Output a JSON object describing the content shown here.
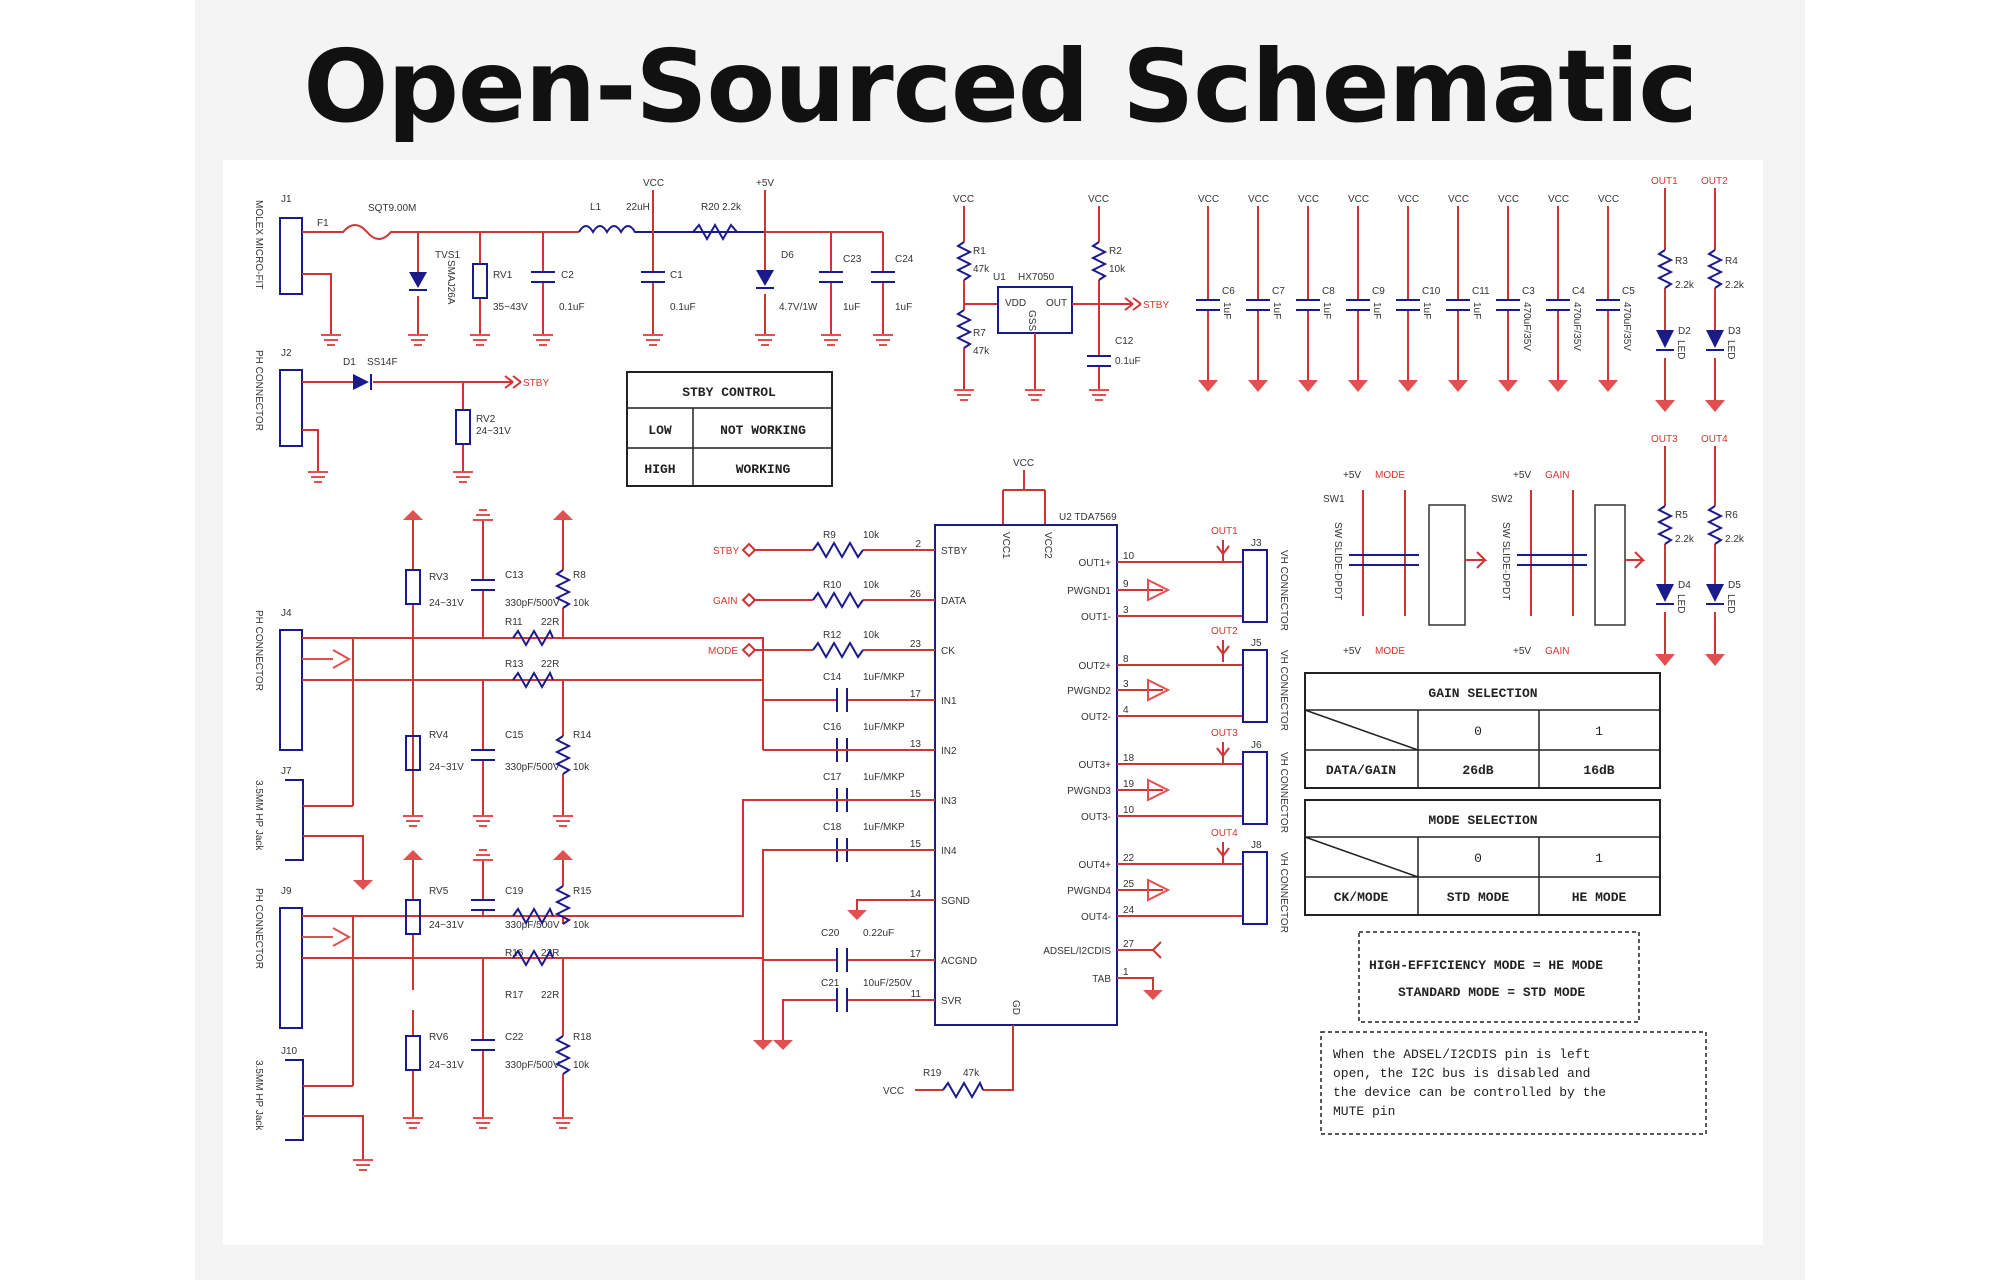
{
  "title": "Open-Sourced Schematic",
  "colors": {
    "wire": "#cf3434",
    "component": "#1a1a8a",
    "ink": "#222222",
    "background": "#ffffff",
    "slide": "#f4f4f4"
  },
  "power": {
    "J1": "J1",
    "J1_desc": "MOLEX MICRO-FIT",
    "F1": "F1",
    "F1_val": "SQT9.00M",
    "L1": "L1",
    "L1_val": "22uH",
    "R20": "R20 2.2k",
    "VCC": "VCC",
    "V5": "+5V",
    "TVS1": "TVS1",
    "TVS1_val": "SMAJ26A",
    "RV1": "RV1",
    "RV1_val": "35~43V",
    "C2": "C2",
    "C2_val": "0.1uF",
    "C1": "C1",
    "C1_val": "0.1uF",
    "D6": "D6",
    "D6_val": "4.7V/1W",
    "C23": "C23",
    "C23_val": "1uF",
    "C24": "C24",
    "C24_val": "1uF"
  },
  "stby_circuit": {
    "J2": "J2",
    "J2_desc": "PH CONNECTOR",
    "D1": "D1",
    "D1_val": "SS14F",
    "RV2": "RV2",
    "RV2_val": "24~31V",
    "STBY": "STBY"
  },
  "regulator": {
    "R1": "R1",
    "R1_val": "47k",
    "R7": "R7",
    "R7_val": "47k",
    "U1": "U1",
    "U1_val": "HX7050",
    "VDD": "VDD",
    "OUT": "OUT",
    "GSS": "GSS",
    "R2": "R2",
    "R2_val": "10k",
    "C12": "C12",
    "C12_val": "0.1uF",
    "STBY": "STBY"
  },
  "decoupling": {
    "caps": [
      {
        "name": "C6",
        "val": "1uF"
      },
      {
        "name": "C7",
        "val": "1uF"
      },
      {
        "name": "C8",
        "val": "1uF"
      },
      {
        "name": "C9",
        "val": "1uF"
      },
      {
        "name": "C10",
        "val": "1uF"
      },
      {
        "name": "C11",
        "val": "1uF"
      },
      {
        "name": "C3",
        "val": "470uF/35V"
      },
      {
        "name": "C4",
        "val": "470uF/35V"
      },
      {
        "name": "C5",
        "val": "470uF/35V"
      }
    ]
  },
  "led_top": {
    "out1": "OUT1",
    "out2": "OUT2",
    "R3": "R3",
    "R3_val": "2.2k",
    "R4": "R4",
    "R4_val": "2.2k",
    "D2": "D2",
    "D3": "D3",
    "led": "LED"
  },
  "led_mid": {
    "out3": "OUT3",
    "out4": "OUT4",
    "R5": "R5",
    "R5_val": "2.2k",
    "R6": "R6",
    "R6_val": "2.2k",
    "D4": "D4",
    "D5": "D5",
    "led": "LED"
  },
  "stby_table": {
    "header": "STBY CONTROL",
    "rows": [
      [
        "LOW",
        "NOT WORKING"
      ],
      [
        "HIGH",
        "WORKING"
      ]
    ]
  },
  "gain_table": {
    "header": "GAIN SELECTION",
    "cols": [
      "0",
      "1"
    ],
    "row_label": "DATA/GAIN",
    "values": [
      "26dB",
      "16dB"
    ]
  },
  "mode_table": {
    "header": "MODE SELECTION",
    "cols": [
      "0",
      "1"
    ],
    "row_label": "CK/MODE",
    "values": [
      "STD MODE",
      "HE MODE"
    ]
  },
  "legend_box": {
    "line1": "HIGH-EFFICIENCY MODE = HE MODE",
    "line2": "STANDARD MODE = STD MODE"
  },
  "note_box": {
    "lines": [
      "When the ADSEL/I2CDIS pin is left",
      "open, the I2C bus is disabled and",
      "the device can be controlled by the",
      "MUTE pin"
    ]
  },
  "switches": {
    "SW1": "SW1",
    "SW2": "SW2",
    "sw_desc": "SW SLIDE-DPDT",
    "v5": "+5V",
    "mode": "MODE",
    "gain": "GAIN"
  },
  "ic": {
    "name": "U2 TDA7569",
    "vcc": "VCC",
    "vcc1": "VCC1",
    "vcc2": "VCC2",
    "left_pins": [
      {
        "num": "2",
        "name": "STBY"
      },
      {
        "num": "26",
        "name": "DATA"
      },
      {
        "num": "23",
        "name": "CK"
      },
      {
        "num": "17",
        "name": "IN1"
      },
      {
        "num": "13",
        "name": "IN2"
      },
      {
        "num": "15",
        "name": "IN3"
      },
      {
        "num": "15",
        "name": "IN4"
      },
      {
        "num": "14",
        "name": "SGND"
      },
      {
        "num": "17",
        "name": "ACGND"
      },
      {
        "num": "11",
        "name": "SVR"
      }
    ],
    "right_pins": [
      {
        "num": "10",
        "name": "OUT1+"
      },
      {
        "num": "9",
        "name": "PWGND1"
      },
      {
        "num": "3",
        "name": "OUT1-"
      },
      {
        "num": "8",
        "name": "OUT2+"
      },
      {
        "num": "3",
        "name": "PWGND2"
      },
      {
        "num": "4",
        "name": "OUT2-"
      },
      {
        "num": "18",
        "name": "OUT3+"
      },
      {
        "num": "19",
        "name": "PWGND3"
      },
      {
        "num": "10",
        "name": "OUT3-"
      },
      {
        "num": "22",
        "name": "OUT4+"
      },
      {
        "num": "25",
        "name": "PWGND4"
      },
      {
        "num": "24",
        "name": "OUT4-"
      },
      {
        "num": "27",
        "name": "ADSEL/I2CDIS"
      },
      {
        "num": "1",
        "name": "TAB"
      }
    ],
    "gnd_pin": "GD"
  },
  "ic_inputs": {
    "stby": "STBY",
    "gain": "GAIN",
    "mode": "MODE",
    "R9": "R9",
    "R9_val": "10k",
    "R10": "R10",
    "R10_val": "10k",
    "R12": "R12",
    "R12_val": "10k",
    "C14": "C14",
    "C16": "C16",
    "C17": "C17",
    "C18": "C18",
    "cap_val": "1uF/MKP",
    "C20": "C20",
    "C20_val": "0.22uF",
    "C21": "C21",
    "C21_val": "10uF/250V",
    "R19": "R19",
    "R19_val": "47k",
    "vcc": "VCC"
  },
  "speakers": {
    "desc": "VH CONNECTOR",
    "items": [
      {
        "j": "J3",
        "out": "OUT1"
      },
      {
        "j": "J5",
        "out": "OUT2"
      },
      {
        "j": "J6",
        "out": "OUT3"
      },
      {
        "j": "J8",
        "out": "OUT4"
      }
    ]
  },
  "input_block_1": {
    "J4": "J4",
    "J4_desc": "PH CONNECTOR",
    "J7": "J7",
    "J7_desc": "3.5MM HP Jack",
    "RV3": "RV3",
    "RV4": "RV4",
    "rv_val": "24~31V",
    "C13": "C13",
    "C15": "C15",
    "c_val": "330pF/500V",
    "R11": "R11",
    "R13": "R13",
    "r_val": "22R",
    "R8": "R8",
    "R14": "R14",
    "r2_val": "10k"
  },
  "input_block_2": {
    "J9": "J9",
    "J9_desc": "PH CONNECTOR",
    "J10": "J10",
    "J10_desc": "3.5MM HP Jack",
    "RV5": "RV5",
    "RV6": "RV6",
    "rv_val": "24~31V",
    "C19": "C19",
    "C22": "C22",
    "c_val": "330pF/500V",
    "R16": "R16",
    "R17": "R17",
    "r_val": "22R",
    "R15": "R15",
    "R18": "R18",
    "r2_val": "10k"
  }
}
